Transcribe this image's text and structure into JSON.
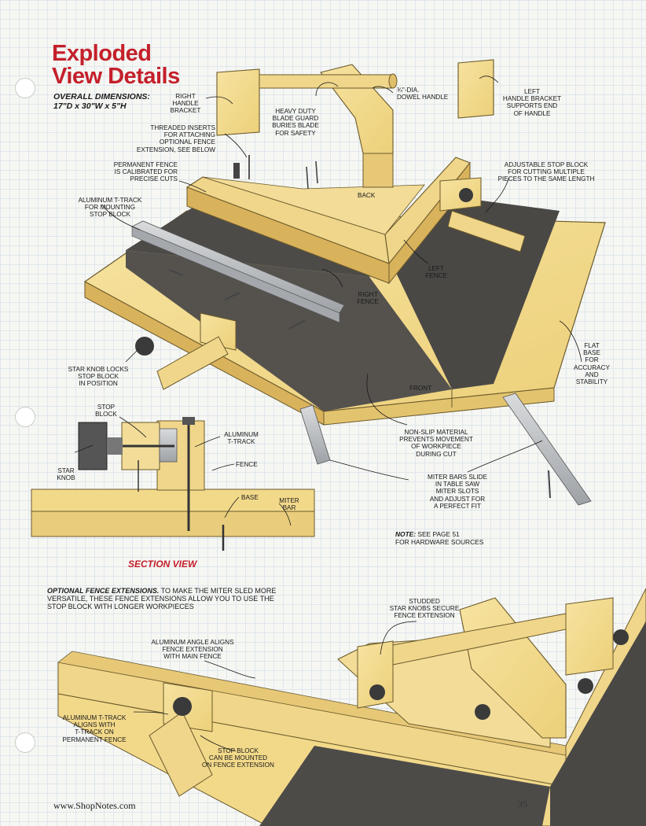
{
  "title_line1": "Exploded",
  "title_line2": "View Details",
  "overall_dimensions_label": "OVERALL DIMENSIONS:",
  "overall_dimensions_value": "17\"D x 30\"W x 5\"H",
  "callouts": {
    "right_handle_bracket": "RIGHT\nHANDLE\nBRACKET",
    "blade_guard": "HEAVY DUTY\nBLADE GUARD\nBURIES BLADE\nFOR SAFETY",
    "dowel_handle": "¾\"-DIA.\nDOWEL HANDLE",
    "left_handle_bracket": "LEFT\nHANDLE BRACKET\nSUPPORTS END\nOF HANDLE",
    "threaded_inserts": "THREADED INSERTS\nFOR ATTACHING\nOPTIONAL FENCE\nEXTENSION, SEE BELOW",
    "permanent_fence": "PERMANENT FENCE\nIS CALIBRATED FOR\nPRECISE CUTS",
    "adjustable_stop_block": "ADJUSTABLE STOP BLOCK\nFOR CUTTING MULTIPLE\nPIECES TO THE SAME LENGTH",
    "aluminum_ttrack_mount": "ALUMINUM T-TRACK\nFOR MOUNTING\nSTOP BLOCK",
    "back": "BACK",
    "left_fence": "LEFT\nFENCE",
    "right_fence": "RIGHT\nFENCE",
    "flat_base": "FLAT\nBASE\nFOR\nACCURACY\nAND\nSTABILITY",
    "star_knob_locks": "STAR KNOB LOCKS\nSTOP BLOCK\nIN POSITION",
    "front": "FRONT",
    "non_slip": "NON-SLIP MATERIAL\nPREVENTS MOVEMENT\nOF WORKPIECE\nDURING CUT",
    "miter_bars": "MITER BARS SLIDE\nIN TABLE SAW\nMITER SLOTS\nAND ADJUST FOR\nA PERFECT FIT"
  },
  "section_view": {
    "title": "SECTION VIEW",
    "stop_block": "STOP\nBLOCK",
    "aluminum_ttrack": "ALUMINUM\nT-TRACK",
    "star_knob": "STAR\nKNOB",
    "fence": "FENCE",
    "base": "BASE",
    "miter_bar": "MITER\nBAR"
  },
  "note_label": "NOTE:",
  "note_text": " SEE PAGE 51\nFOR HARDWARE SOURCES",
  "optional": {
    "heading": "OPTIONAL FENCE EXTENSIONS.",
    "text": " TO MAKE THE MITER SLED MORE VERSATILE, THESE FENCE EXTENSIONS ALLOW YOU TO USE THE STOP BLOCK WITH LONGER WORKPIECES",
    "studded_knobs": "STUDDED\nSTAR KNOBS SECURE\nFENCE EXTENSION",
    "aluminum_angle": "ALUMINUM ANGLE ALIGNS\nFENCE EXTENSION\nWITH MAIN FENCE",
    "ttrack_aligns": "ALUMINUM T-TRACK\nALIGNS WITH\nT-TRACK ON\nPERMANENT FENCE",
    "stop_block_mounted": "STOP BLOCK\nCAN BE MOUNTED\nON FENCE EXTENSION"
  },
  "footer_url": "www.ShopNotes.com",
  "page_number": "35",
  "colors": {
    "title_red": "#c4202b",
    "wood": "#f2d98a",
    "wood_dark": "#d9b25c",
    "mat": "#4d4b48",
    "metal": "#b9bcbf"
  }
}
